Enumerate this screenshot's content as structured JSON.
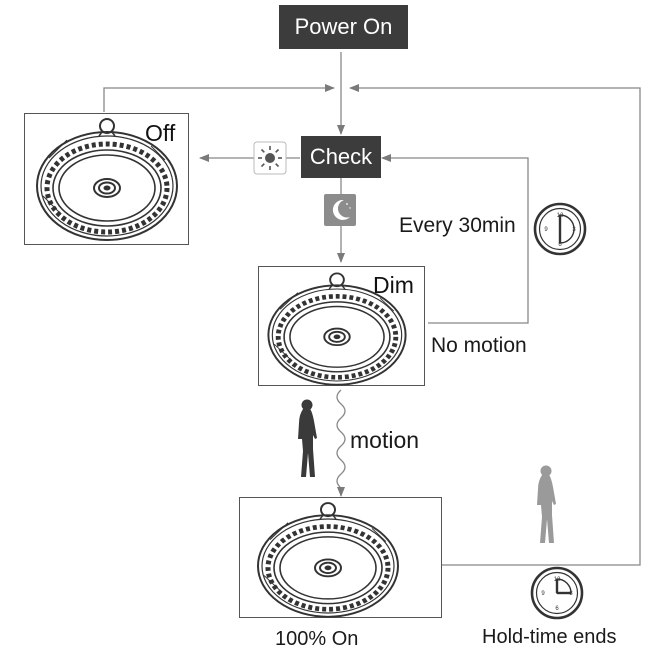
{
  "power_on": "Power On",
  "check": "Check",
  "states": {
    "off": "Off",
    "dim": "Dim",
    "full_on": "100% On"
  },
  "transitions": {
    "every_30min": "Every 30min",
    "no_motion": "No motion",
    "motion": "motion",
    "hold_time_ends": "Hold-time ends"
  },
  "clock_numerals": [
    "12",
    "3",
    "6",
    "9"
  ],
  "icons": [
    "sun-icon",
    "moon-icon",
    "clock-icon",
    "walking-person-icon",
    "standing-person-icon",
    "night-moon-icon",
    "high-bay-lamp-icon"
  ],
  "colors": {
    "dark_box": "#3c3c3c",
    "line": "#888888",
    "arrow": "#7a7a7a",
    "icon_bg": "#8c8c8c"
  }
}
